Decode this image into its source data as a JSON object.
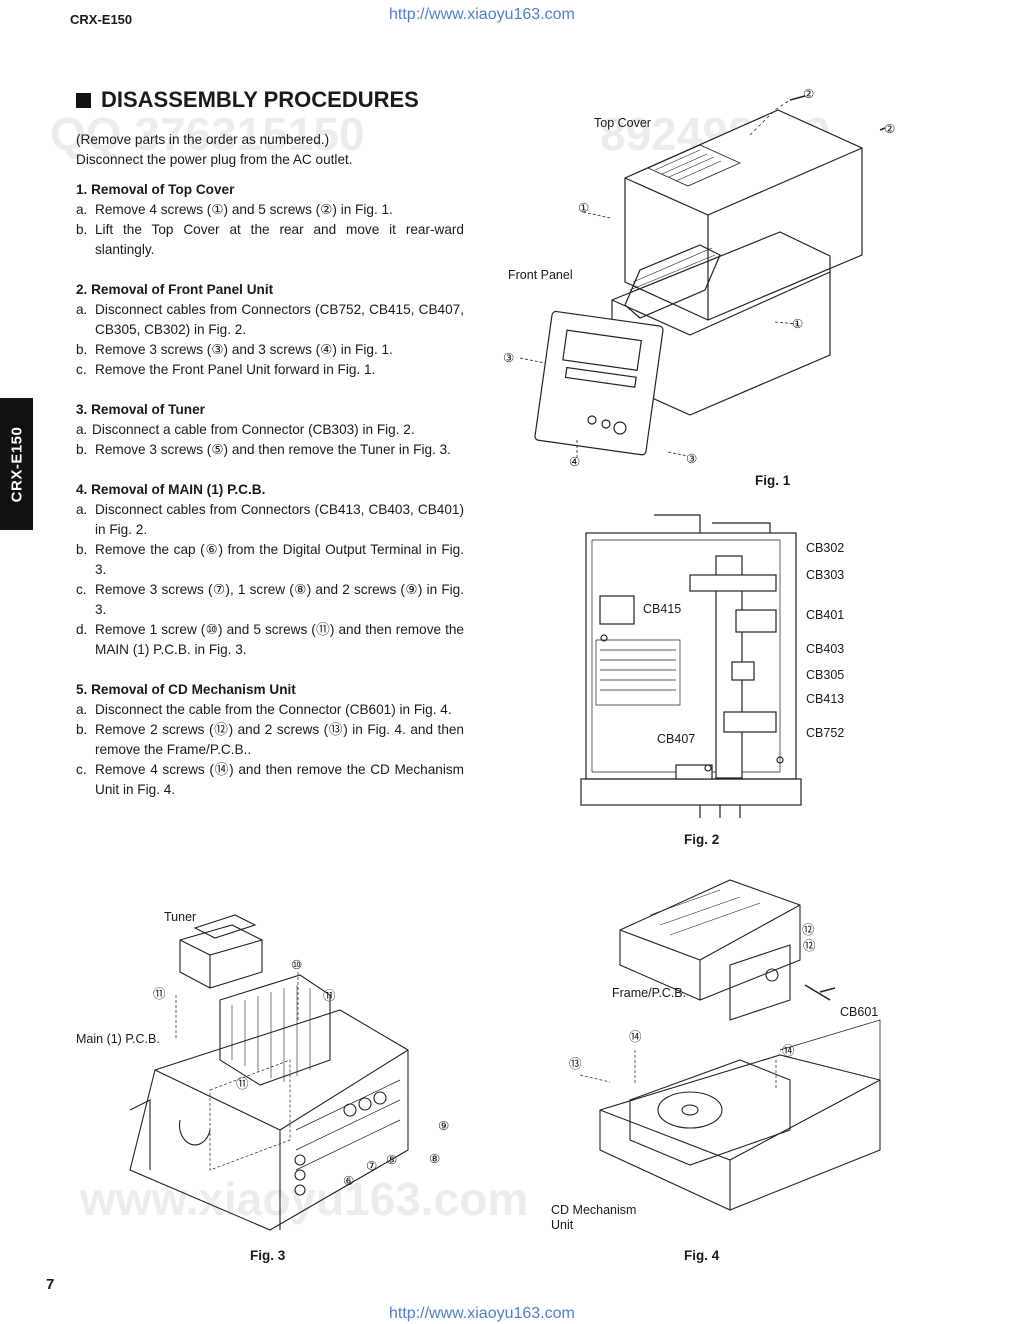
{
  "header": {
    "model": "CRX-E150",
    "url": "http://www.xiaoyu163.com",
    "page_number": "7"
  },
  "side_tab": "CRX-E150",
  "title": "DISASSEMBLY PROCEDURES",
  "intro": {
    "line1": "(Remove parts in the order as numbered.)",
    "line2": "Disconnect the power plug from the AC outlet."
  },
  "sections": {
    "s1": {
      "heading": "1.  Removal of Top Cover",
      "a_mark": "a.",
      "a": "Remove 4 screws (①) and 5 screws (②) in Fig. 1.",
      "b_mark": "b.",
      "b": "Lift the Top Cover at the rear and move it rear-ward slantingly."
    },
    "s2": {
      "heading": "2.  Removal of Front Panel Unit",
      "a_mark": "a.",
      "a": "Disconnect cables from Connectors (CB752, CB415, CB407, CB305, CB302) in Fig. 2.",
      "b_mark": "b.",
      "b": "Remove 3 screws (③) and 3 screws (④) in Fig. 1.",
      "c_mark": "c.",
      "c": "Remove the Front Panel Unit forward in Fig. 1."
    },
    "s3": {
      "heading": "3.  Removal of Tuner",
      "a_mark": "a.",
      "a": "Disconnect a cable from Connector (CB303) in Fig. 2.",
      "b_mark": "b.",
      "b": "Remove 3 screws (⑤) and then remove the Tuner in Fig. 3."
    },
    "s4": {
      "heading": "4.  Removal of MAIN (1) P.C.B.",
      "a_mark": "a.",
      "a": "Disconnect cables from Connectors (CB413, CB403, CB401) in Fig. 2.",
      "b_mark": "b.",
      "b": "Remove the cap (⑥) from the Digital Output Terminal in Fig. 3.",
      "c_mark": "c.",
      "c": "Remove 3 screws (⑦), 1 screw (⑧) and 2 screws (⑨) in Fig. 3.",
      "d_mark": "d.",
      "d": "Remove 1 screw (⑩) and 5 screws (⑪) and then remove the MAIN (1) P.C.B. in Fig. 3."
    },
    "s5": {
      "heading": "5.  Removal of CD Mechanism Unit",
      "a_mark": "a.",
      "a": "Disconnect the cable from the Connector (CB601) in Fig. 4.",
      "b_mark": "b.",
      "b": "Remove 2 screws (⑫) and 2 screws (⑬) in Fig. 4. and then remove the Frame/P.C.B..",
      "c_mark": "c.",
      "c": "Remove 4 screws (⑭) and then remove the CD Mechanism Unit in Fig. 4."
    }
  },
  "fig1": {
    "caption": "Fig. 1",
    "top_cover": "Top Cover",
    "front_panel": "Front Panel",
    "n1": "①",
    "n2": "②",
    "n3": "③",
    "n4": "④"
  },
  "fig2": {
    "caption": "Fig. 2",
    "cb302": "CB302",
    "cb303": "CB303",
    "cb415": "CB415",
    "cb401": "CB401",
    "cb403": "CB403",
    "cb305": "CB305",
    "cb413": "CB413",
    "cb752": "CB752",
    "cb407": "CB407"
  },
  "fig3": {
    "caption": "Fig. 3",
    "tuner": "Tuner",
    "main_pcb": "Main (1) P.C.B.",
    "n5": "⑤",
    "n6": "⑥",
    "n7": "⑦",
    "n8": "⑧",
    "n9": "⑨",
    "n10": "⑩",
    "n11": "⑪"
  },
  "fig4": {
    "caption": "Fig. 4",
    "frame_pcb": "Frame/P.C.B.",
    "cb601": "CB601",
    "cd_mech_line1": "CD Mechanism",
    "cd_mech_line2": "Unit",
    "n12": "⑫",
    "n13": "⑬",
    "n14": "⑭"
  }
}
